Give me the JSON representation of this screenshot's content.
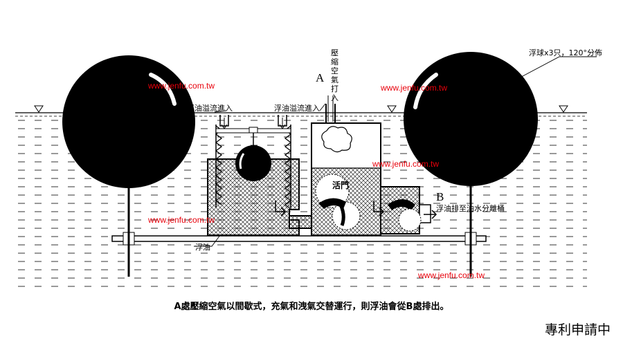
{
  "labels": {
    "point_a": "A",
    "point_b": "B",
    "air_inlet_vertical": [
      "壓",
      "縮",
      "空",
      "氣",
      "打",
      "入"
    ],
    "overflow_left": "浮油溢流進入",
    "overflow_right": "浮油溢流進入",
    "valve": "活門",
    "oil_out": "浮油排至油水分離桶",
    "float_spec": "浮球x3只，120°分佈",
    "floating_oil": "浮油"
  },
  "watermarks": [
    "www.jenfu.com.tw",
    "www.jenfu.com.tw",
    "www.jenfu.com.tw",
    "www.jenfu.com.tw",
    "www.jenfu.com.tw"
  ],
  "caption": "A處壓縮空氣以間歇式，充氣和洩氣交替運行，則浮油會從B處排出。",
  "patent_note": "專利申請中",
  "colors": {
    "watermark": "#e8000b",
    "ink": "#000000",
    "water_dash": "#222222"
  }
}
